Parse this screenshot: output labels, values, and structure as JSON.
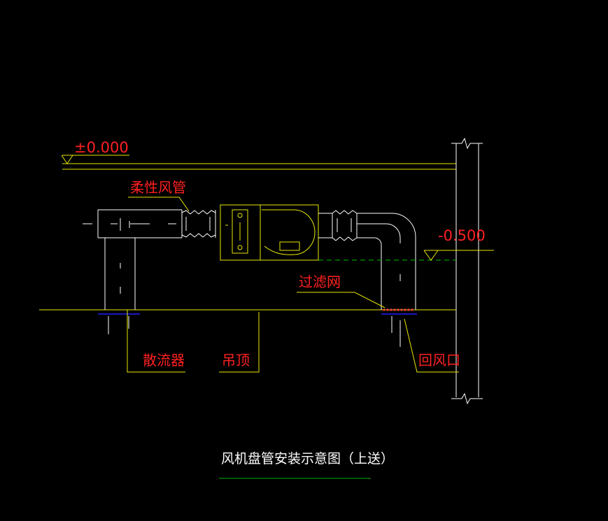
{
  "colors": {
    "background": "#000000",
    "line_yellow": "#e8e800",
    "line_white": "#ffffff",
    "label_red": "#ff2020",
    "label_white": "#ffffff",
    "dash_green": "#00c000",
    "underline_green": "#00b000",
    "blue": "#2020ff"
  },
  "labels": {
    "elevation_zero": "±0.000",
    "elevation_minus": "-0.500",
    "flexible_duct": "柔性风管",
    "filter": "过滤网",
    "diffuser": "散流器",
    "ceiling": "吊顶",
    "return_air": "回风口",
    "title": "风机盘管安装示意图（上送）"
  }
}
